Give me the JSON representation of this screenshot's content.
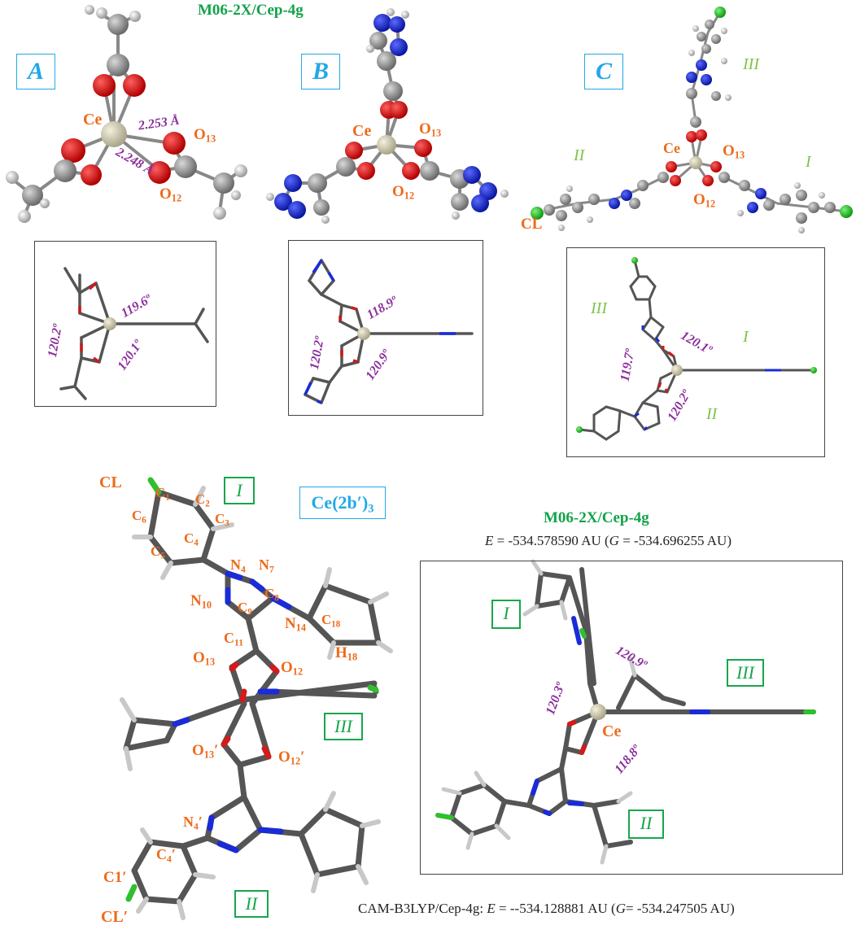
{
  "header": {
    "method_top": "M06-2X/Cep-4g"
  },
  "panels": {
    "A": {
      "label": "A",
      "ce": "Ce",
      "bond1": "2.253 Å",
      "bond2": "2.248 Å",
      "o13": "O",
      "o13_sub": "13",
      "o12": "O",
      "o12_sub": "12",
      "angles": [
        "119.6º",
        "120.2º",
        "120.1º"
      ]
    },
    "B": {
      "label": "B",
      "ce": "Ce",
      "o13": "O",
      "o13_sub": "13",
      "o12": "O",
      "o12_sub": "12",
      "angles": [
        "118.9º",
        "120.2º",
        "120.9º"
      ]
    },
    "C": {
      "label": "C",
      "ce": "Ce",
      "o13": "O",
      "o13_sub": "13",
      "o12": "O",
      "o12_sub": "12",
      "cl": "CL",
      "ligand_I": "I",
      "ligand_II": "II",
      "ligand_III": "III",
      "angles": [
        "120.1º",
        "119.7º",
        "120.2º"
      ],
      "inset_I": "I",
      "inset_II": "II",
      "inset_III": "III"
    }
  },
  "bottom": {
    "compound_label": "Ce(2b′)",
    "compound_sub": "3",
    "atoms": {
      "CL": "CL",
      "C1": "C",
      "C1_sub": "1",
      "C2": "C",
      "C2_sub": "2",
      "C3": "C",
      "C3_sub": "3",
      "C4": "C",
      "C4_sub": "4",
      "C5": "C",
      "C5_sub": "5",
      "C6": "C",
      "C6_sub": "6",
      "N4": "N",
      "N4_sub": "4",
      "N7": "N",
      "N7_sub": "7",
      "C8": "C",
      "C8_sub": "8",
      "C9": "C",
      "C9_sub": "9",
      "N10": "N",
      "N10_sub": "10",
      "C11": "C",
      "C11_sub": "11",
      "N14": "N",
      "N14_sub": "14",
      "C18": "C",
      "C18_sub": "18",
      "H18": "H",
      "H18_sub": "18",
      "O13": "O",
      "O13_sub": "13",
      "O12": "O",
      "O12_sub": "12",
      "O13p": "O",
      "O13p_sub": "13",
      "O13p_prime": "′",
      "O12p": "O",
      "O12p_sub": "12",
      "O12p_prime": "′",
      "N4p": "N",
      "N4p_sub": "4",
      "N4p_prime": "′",
      "C4p": "C",
      "C4p_sub": "4",
      "C4p_prime": "′",
      "C1p": "C1′",
      "CLp": "CL′"
    },
    "ligands": {
      "I": "I",
      "II": "II",
      "III": "III"
    },
    "method": "M06-2X/Cep-4g",
    "energy_m06": {
      "E_sym": "E",
      "E_val": " = -534.578590 AU (",
      "G_sym": "G",
      "G_val": " = -534.696255 AU)"
    },
    "right_inset": {
      "ligand_I": "I",
      "ligand_II": "II",
      "ligand_III": "III",
      "ce": "Ce",
      "angles": [
        "120.9º",
        "120.3º",
        "118.8º"
      ]
    },
    "energy_cam": {
      "method": "CAM-B3LYP/Cep-4g:  ",
      "E_sym": "E",
      "E_val": " = --534.128881 AU (",
      "G_sym": "G",
      "G_val": "= -534.247505 AU)"
    }
  }
}
